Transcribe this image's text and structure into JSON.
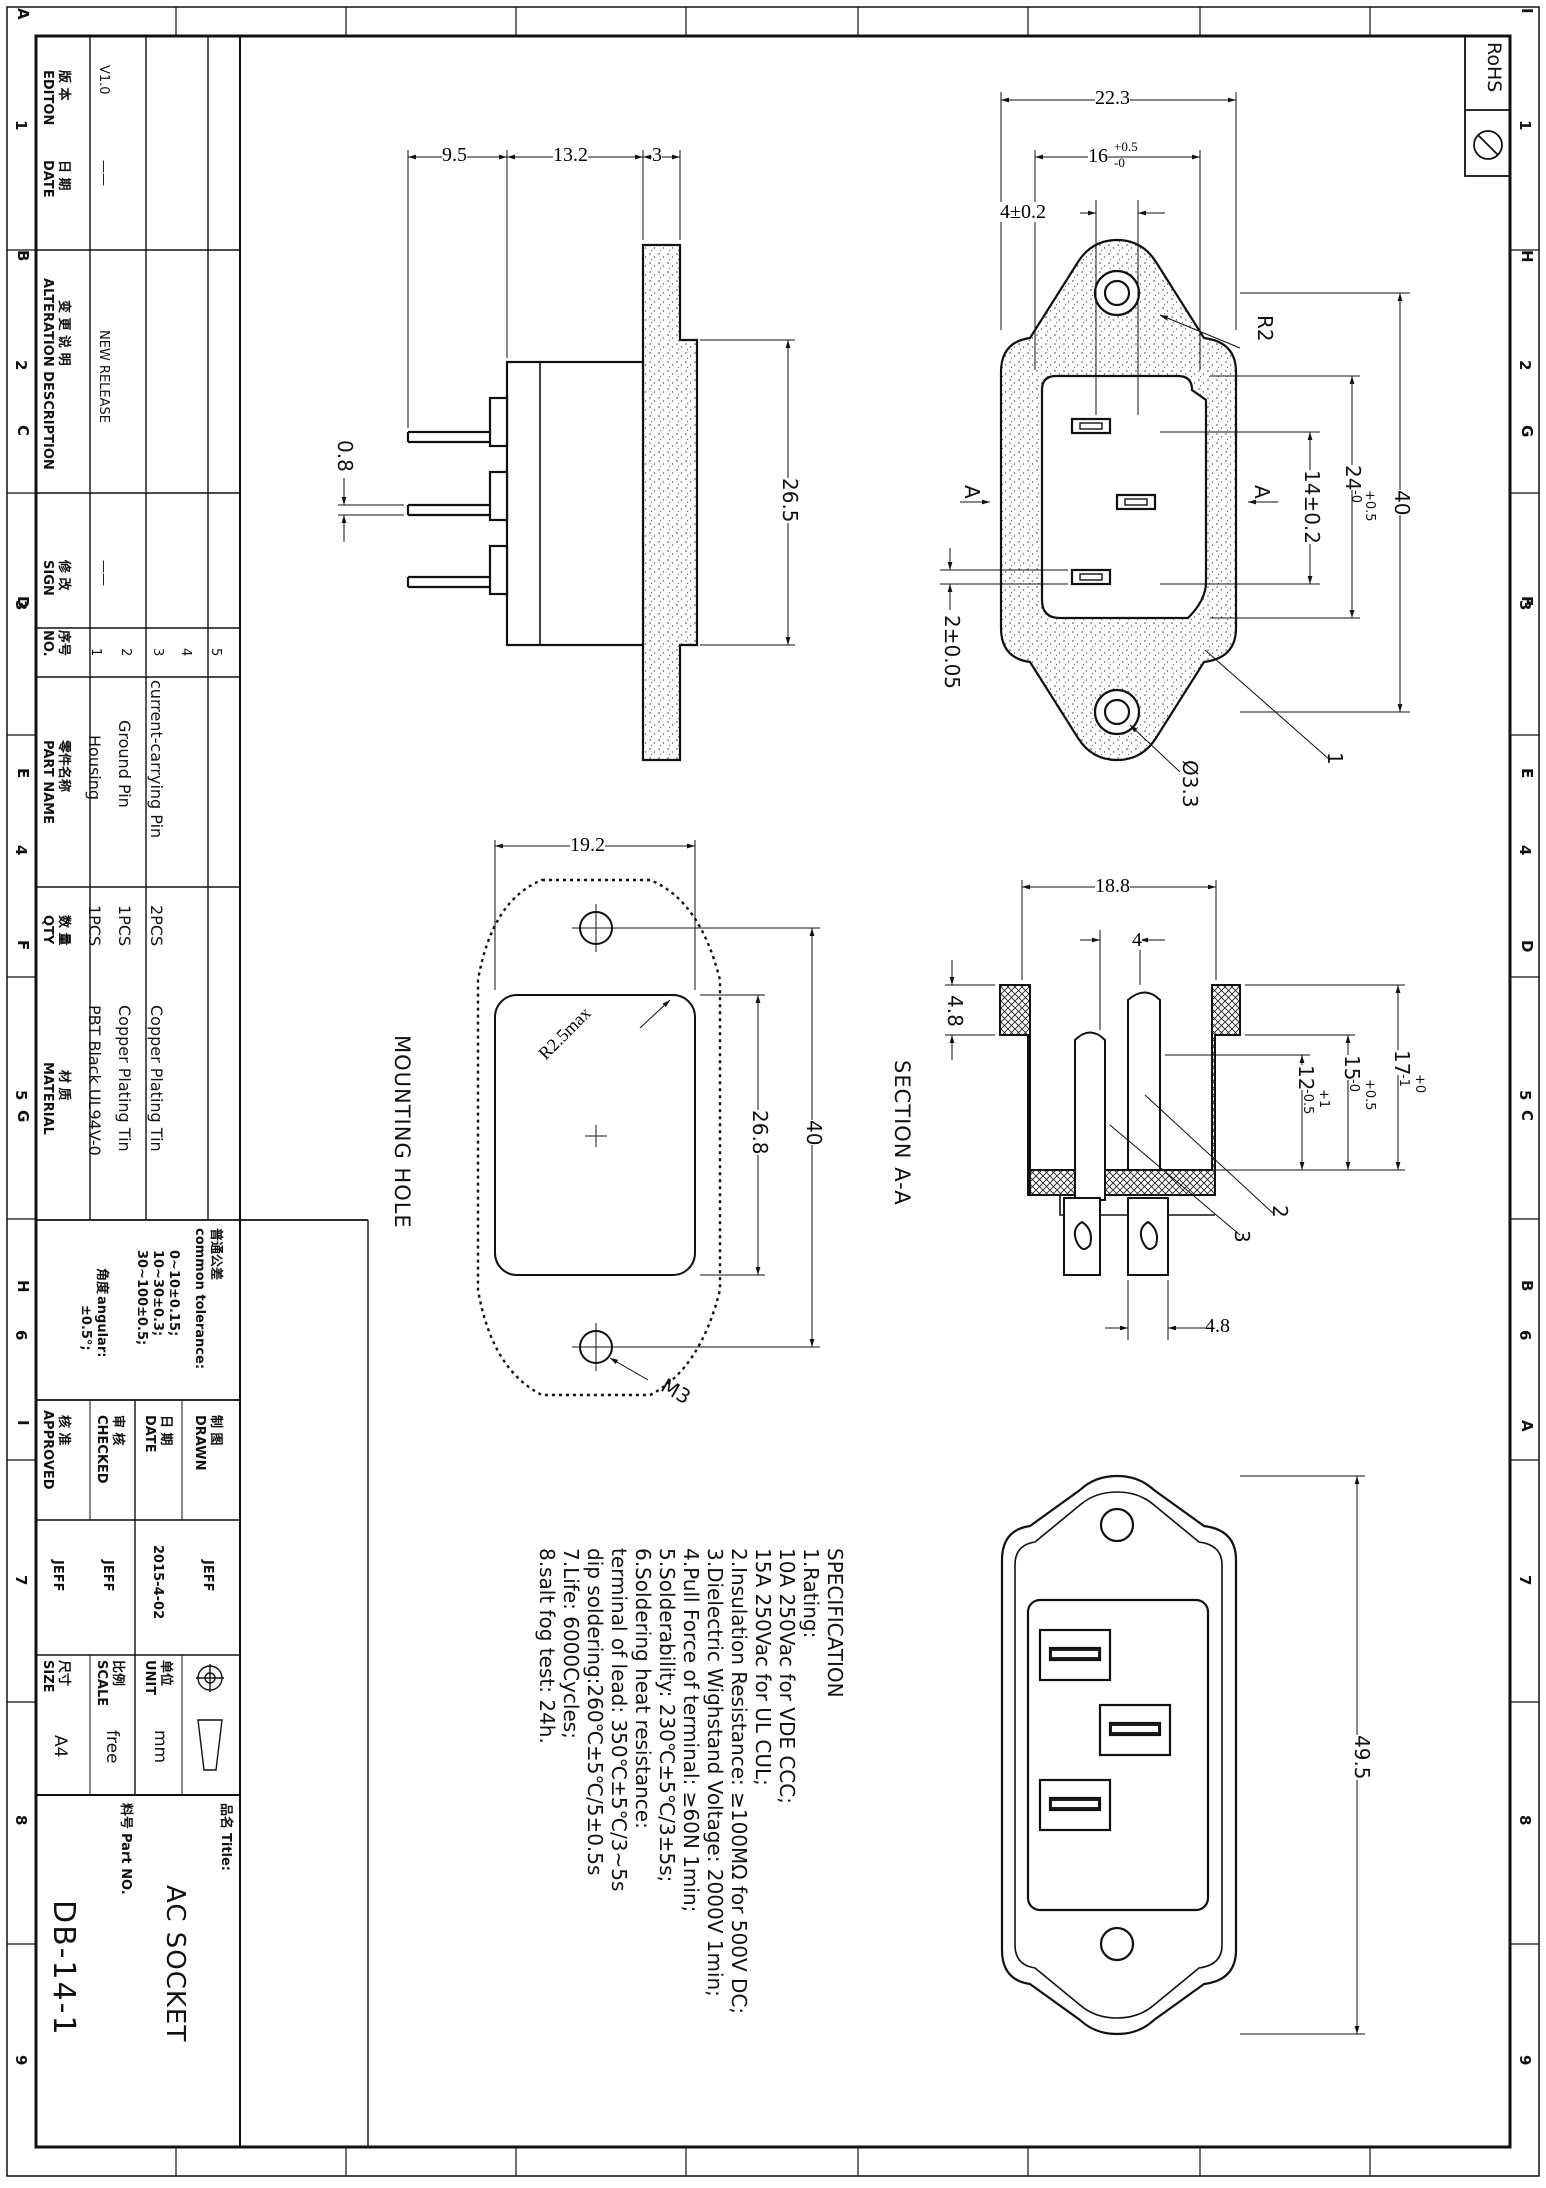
{
  "rohs": "RoHS",
  "zone_letters": [
    "A",
    "B",
    "C",
    "D",
    "E",
    "F",
    "G",
    "H",
    "I"
  ],
  "zone_numbers": [
    "1",
    "2",
    "3",
    "4",
    "5",
    "6",
    "7",
    "8",
    "9"
  ],
  "side_view": {
    "dims": [
      "9.5",
      "13.2",
      "3",
      "26.5",
      "0.8"
    ]
  },
  "front_view": {
    "dims": {
      "overall_width": "22.3",
      "cutout_width": "16",
      "cutout_width_tol_up": "+0.5",
      "cutout_width_tol_dn": "-0",
      "pin_width": "4±0.2",
      "radius": "R2",
      "pin_pitch": "14±0.2",
      "cutout_height": "24",
      "cutout_height_tol_up": "+0.5",
      "cutout_height_tol_dn": "-0",
      "overall_height": "40",
      "pin_thickness": "2±0.05",
      "hole_dia": "Ø3.3",
      "section_mark": "A",
      "balloon": "1"
    }
  },
  "mounting_hole": {
    "title": "MOUNTING HOLE",
    "dims": {
      "width": "19.2",
      "height": "26.8",
      "overall": "40",
      "radius": "R2.5max",
      "thread": "M3"
    }
  },
  "section": {
    "title": "SECTION A-A",
    "dims": {
      "width": "18.8",
      "pin_gap": "4",
      "flange": "4.8",
      "depth_a": "17",
      "depth_a_up": "+0",
      "depth_a_dn": "-1",
      "depth_b": "15",
      "depth_b_up": "+0.5",
      "depth_b_dn": "-0",
      "depth_c": "12",
      "depth_c_up": "+1",
      "depth_c_dn": "-0.5",
      "tab": "4.8",
      "balloon_2": "2",
      "balloon_3": "3"
    }
  },
  "rear_view": {
    "dims": {
      "length": "49.5"
    }
  },
  "specification": {
    "heading": "SPECIFICATION",
    "lines": [
      "1.Rating:",
      "   10A 250Vac for VDE CCC;",
      "   15A 250Vac for UL CUL;",
      "2.Insulation Resistance: ≥100MΩ for 500V DC;",
      "3.Dielectric Wighstand Voltage: 2000V 1min;",
      "4.Pull Force of terminal: ≥60N 1min;",
      "5.Solderability: 230℃±5℃/3±5s;",
      "6.Soldering heat resistance:",
      "   terminal of lead: 350℃±5℃/3~5s",
      "   dip soldering:260℃±5℃/5±0.5s",
      "7.Life: 6000Cycles;",
      "8.salt fog test: 24h."
    ]
  },
  "revision_table": {
    "headers": [
      {
        "cn": "版 本",
        "en": "EDITON"
      },
      {
        "cn": "日 期",
        "en": "DATE"
      },
      {
        "cn": "变 更 说 明",
        "en": "ALTERATION DESCRIPTION"
      },
      {
        "cn": "修 改",
        "en": "SIGN"
      }
    ],
    "row": {
      "edition": "V1.0",
      "date": "——",
      "description": "NEW RELEASE",
      "sign": "——"
    }
  },
  "parts_table": {
    "headers": [
      {
        "cn": "序号",
        "en": "NO."
      },
      {
        "cn": "零件名称",
        "en": "PART NAME"
      },
      {
        "cn": "数 量",
        "en": "QTY"
      },
      {
        "cn": "材 质",
        "en": "MATERIAL"
      }
    ],
    "rows": [
      {
        "no": "1",
        "name": "Housing",
        "qty": "1PCS",
        "material": "PBT Black UL94V-0"
      },
      {
        "no": "2",
        "name": "Ground Pin",
        "qty": "1PCS",
        "material": "Copper Plating Tin"
      },
      {
        "no": "3",
        "name": "current-carrying Pin",
        "qty": "2PCS",
        "material": "Copper Plating Tin"
      },
      {
        "no": "4",
        "name": "",
        "qty": "",
        "material": ""
      },
      {
        "no": "5",
        "name": "",
        "qty": "",
        "material": ""
      }
    ]
  },
  "title_block": {
    "tolerance_cn": "普通公差",
    "tolerance_en": "common tolerance:",
    "tolerance_lines": [
      "0~10±0.15;",
      "10~30±0.3;",
      "30~100±0.5;"
    ],
    "angular_cn": "角度",
    "angular_en": "angular:",
    "angular_value": "±0.5°;",
    "drawn": {
      "cn": "制 图",
      "en": "DRAWN",
      "value": "JEFF"
    },
    "date": {
      "cn": "日 期",
      "en": "DATE",
      "value": "2015-4-02"
    },
    "checked": {
      "cn": "审 核",
      "en": "CHECKED",
      "value": "JEFF"
    },
    "approved": {
      "cn": "核 准",
      "en": "APPROVED",
      "value": "JEFF"
    },
    "unit": {
      "cn": "单位",
      "en": "UNIT",
      "value": "mm"
    },
    "scale": {
      "cn": "比例",
      "en": "SCALE",
      "value": "free"
    },
    "size": {
      "cn": "尺寸",
      "en": "SIZE",
      "value": "A4"
    },
    "title_label_cn": "品名",
    "title_label_en": "Title:",
    "title": "AC SOCKET",
    "partno_label_cn": "料号",
    "partno_label_en": "Part NO.",
    "part_no": "DB-14-1"
  }
}
